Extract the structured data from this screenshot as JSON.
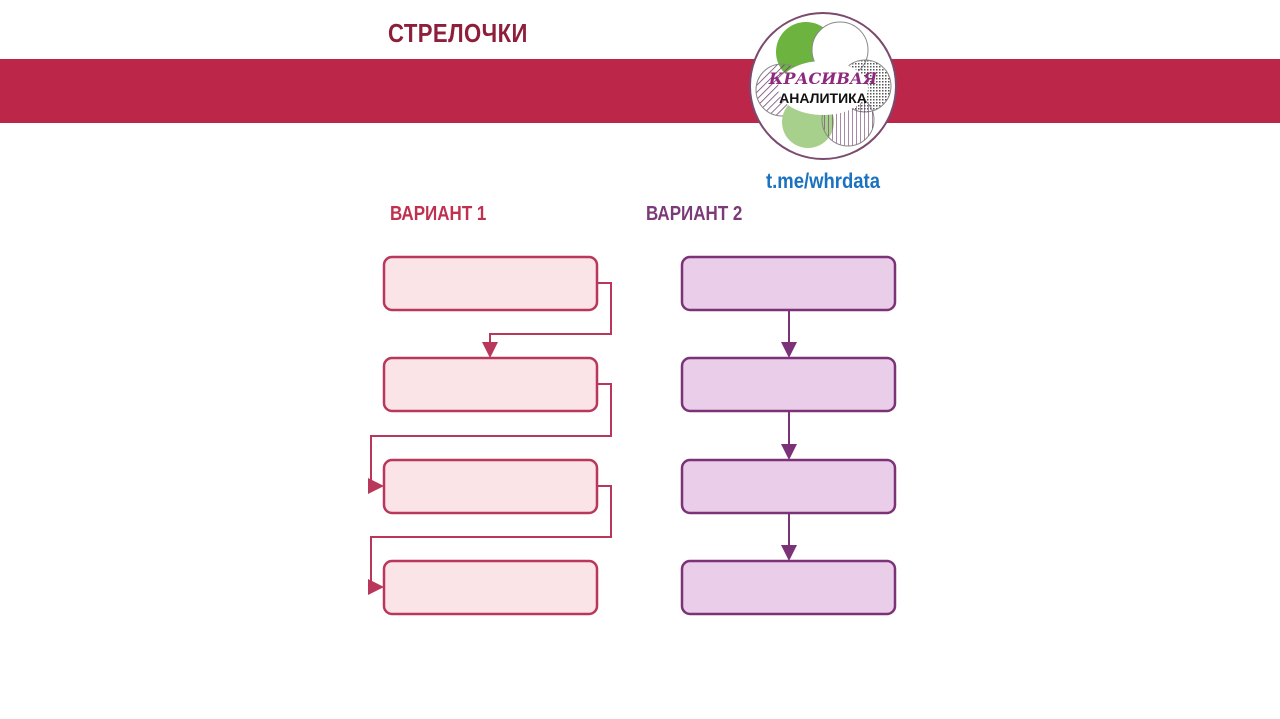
{
  "header": {
    "title": "СТРЕЛОЧКИ"
  },
  "logo": {
    "line1": "КРАСИВАЯ",
    "line2": "АНАЛИТИКА",
    "link": "t.me/whrdata"
  },
  "variants": [
    {
      "label": "ВАРИАНТ 1",
      "box_count": 4
    },
    {
      "label": "ВАРИАНТ 2",
      "box_count": 4
    }
  ],
  "colors": {
    "banner": "#BB2649",
    "variant1_stroke": "#B8375A",
    "variant1_fill": "#FAE4E8",
    "variant2_stroke": "#7B3277",
    "variant2_fill": "#EACDE8"
  }
}
